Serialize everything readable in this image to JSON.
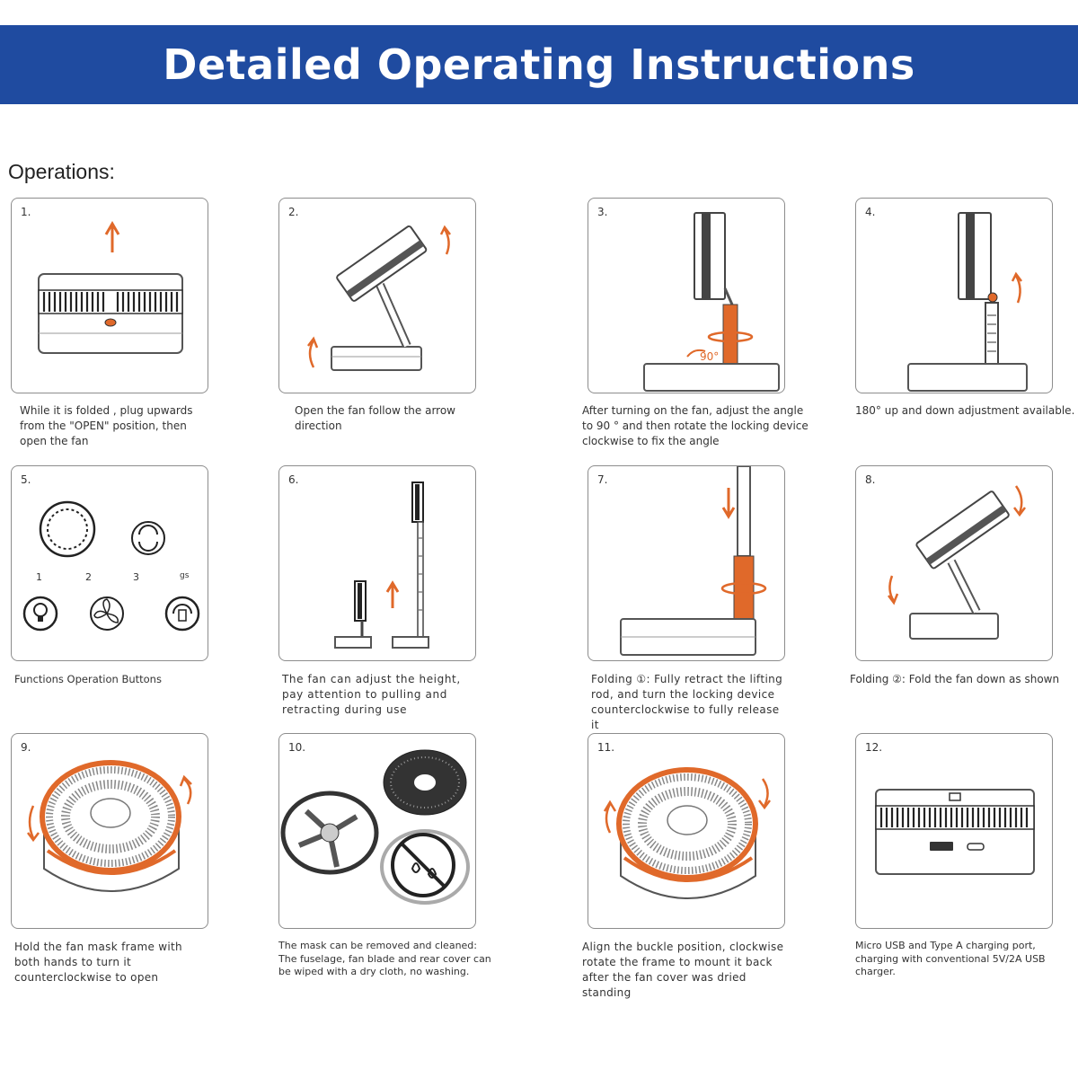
{
  "header": {
    "title": "Detailed Operating Instructions"
  },
  "section_label": "Operations:",
  "steps": [
    {
      "number": "1.",
      "caption": "While it is folded , plug upwards from the \"OPEN\" position, then open the fan"
    },
    {
      "number": "2.",
      "caption": "Open the fan follow the arrow direction"
    },
    {
      "number": "3.",
      "caption": "After turning on the fan, adjust the angle to 90 ° and then rotate the locking device clockwise to fix the angle",
      "angle_label": "90°"
    },
    {
      "number": "4.",
      "caption": "180° up and down adjustment available."
    },
    {
      "number": "5.",
      "caption": "Functions Operation Buttons",
      "button_numbers": [
        "1",
        "2",
        "3",
        "gs"
      ]
    },
    {
      "number": "6.",
      "caption": "The fan can adjust the height, pay attention to pulling and retracting during use"
    },
    {
      "number": "7.",
      "caption": "Folding ①: Fully retract the lifting rod, and turn the locking device counterclockwise to fully release it"
    },
    {
      "number": "8.",
      "caption": "Folding ②: Fold the fan down as shown"
    },
    {
      "number": "9.",
      "caption": "Hold the fan mask frame with both hands to turn it counterclockwise to open"
    },
    {
      "number": "10.",
      "caption": "The mask can be removed and cleaned: The fuselage, fan blade and rear cover can be wiped with a dry cloth, no washing."
    },
    {
      "number": "11.",
      "caption": "Align the buckle position, clockwise rotate the frame to mount it back after the fan cover was dried standing"
    },
    {
      "number": "12.",
      "caption": "Micro USB and Type A charging port, charging with conventional 5V/2A USB charger."
    }
  ],
  "colors": {
    "banner": "#1f4ba0",
    "accent": "#e0692a",
    "panel_border": "#8d8d8d"
  }
}
